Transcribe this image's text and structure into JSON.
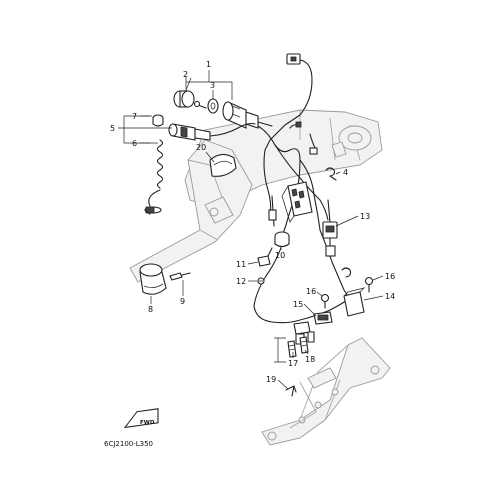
{
  "callouts": {
    "c1": "1",
    "c2": "2",
    "c3": "3",
    "c4": "4",
    "c5": "5",
    "c6": "6",
    "c7": "7",
    "c8": "8",
    "c9": "9",
    "c10": "10",
    "c11": "11",
    "c12": "12",
    "c13": "13",
    "c14": "14",
    "c15": "15",
    "c16a": "16",
    "c16b": "16",
    "c17": "17",
    "c18": "18",
    "c19": "19",
    "c20": "20"
  },
  "fwd_label": "FWD",
  "diagram_code": "6CJ2100-L350"
}
